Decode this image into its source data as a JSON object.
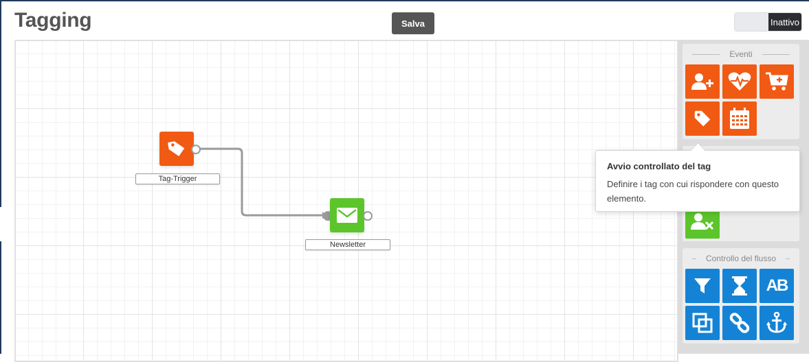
{
  "header": {
    "title": "Tagging",
    "save_label": "Salva",
    "status_toggle_label": "Inattivo"
  },
  "canvas": {
    "nodes": [
      {
        "label": "Tag-Trigger",
        "icon": "tag-icon",
        "color": "#f15a13"
      },
      {
        "label": "Newsletter",
        "icon": "envelope-icon",
        "color": "#5cc52b"
      }
    ]
  },
  "sidebar": {
    "events": {
      "title": "Eventi",
      "items": [
        {
          "icon": "user-plus-icon",
          "color": "#f15a13"
        },
        {
          "icon": "heartbeat-icon",
          "color": "#f15a13"
        },
        {
          "icon": "cart-plus-icon",
          "color": "#f15a13"
        },
        {
          "icon": "tag-icon",
          "color": "#f15a13"
        },
        {
          "icon": "calendar-icon",
          "color": "#f15a13"
        }
      ]
    },
    "actions": {
      "items": [
        {
          "icon": "user-remove-icon",
          "color": "#5cc52b"
        }
      ]
    },
    "flow_control": {
      "title": "Controllo del flusso",
      "items": [
        {
          "icon": "filter-icon",
          "color": "#1483d6"
        },
        {
          "icon": "hourglass-icon",
          "color": "#1483d6"
        },
        {
          "icon": "ab-test-icon",
          "text": "AB",
          "color": "#1483d6"
        },
        {
          "icon": "copy-icon",
          "color": "#1483d6"
        },
        {
          "icon": "link-icon",
          "color": "#1483d6"
        },
        {
          "icon": "anchor-icon",
          "color": "#1483d6"
        }
      ]
    }
  },
  "tooltip": {
    "title": "Avvio controllato del tag",
    "body": "Definire i tag con cui rispondere con questo elemento."
  }
}
